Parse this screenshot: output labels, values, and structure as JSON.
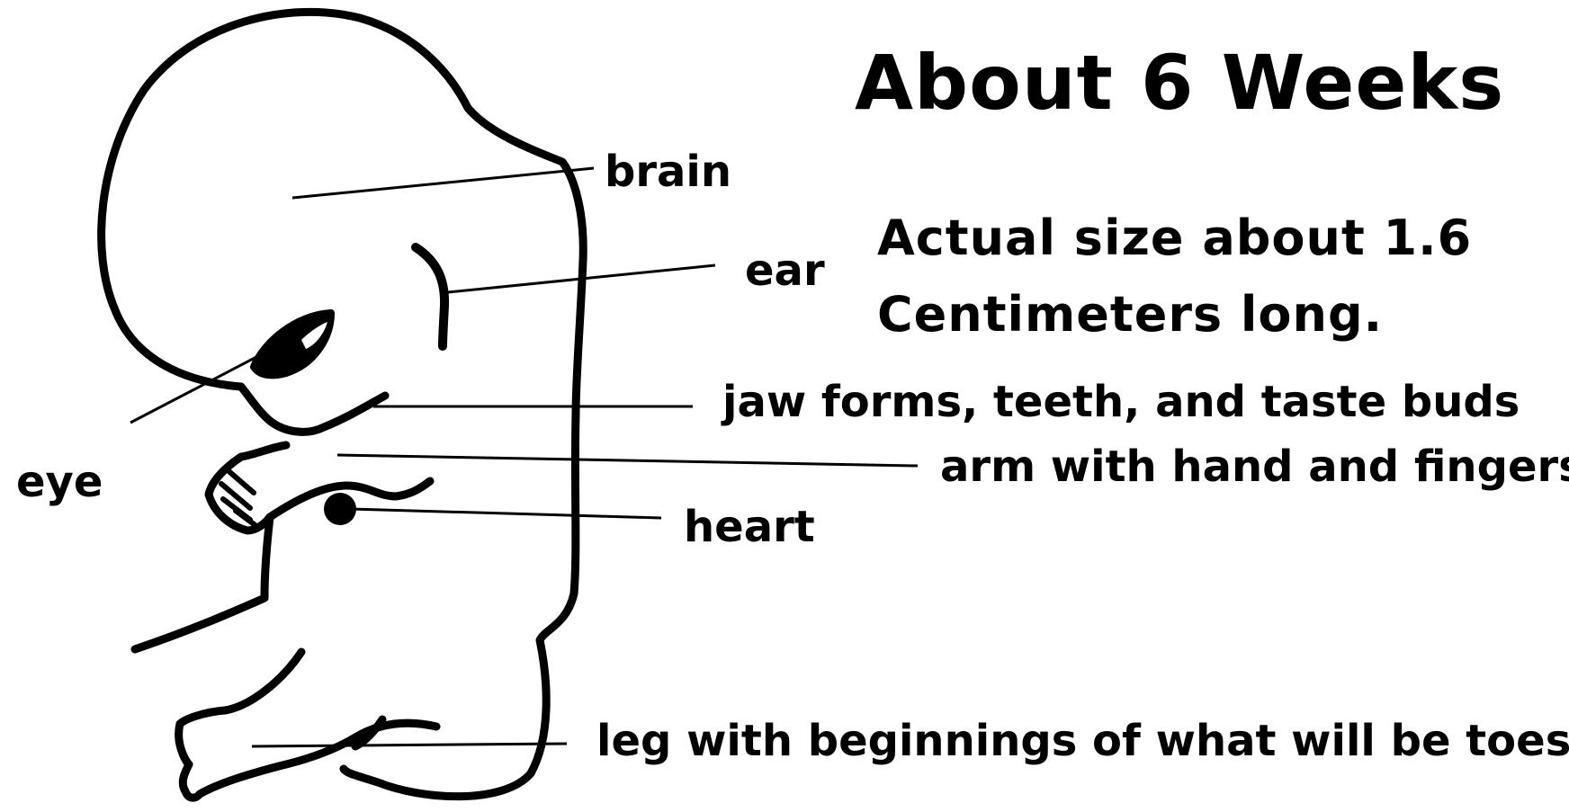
{
  "title": "About 6 Weeks",
  "size_note": {
    "line1": "Actual size about 1.6",
    "line2": "Centimeters long."
  },
  "labels": {
    "brain": "brain",
    "ear": "ear",
    "eye": "eye",
    "jaw": "jaw forms, teeth, and taste buds",
    "arm": "arm with hand and fingers",
    "heart": "heart",
    "leg": "leg with beginnings of what will be toes"
  },
  "colors": {
    "ink": "#000000",
    "paper": "#ffffff"
  }
}
